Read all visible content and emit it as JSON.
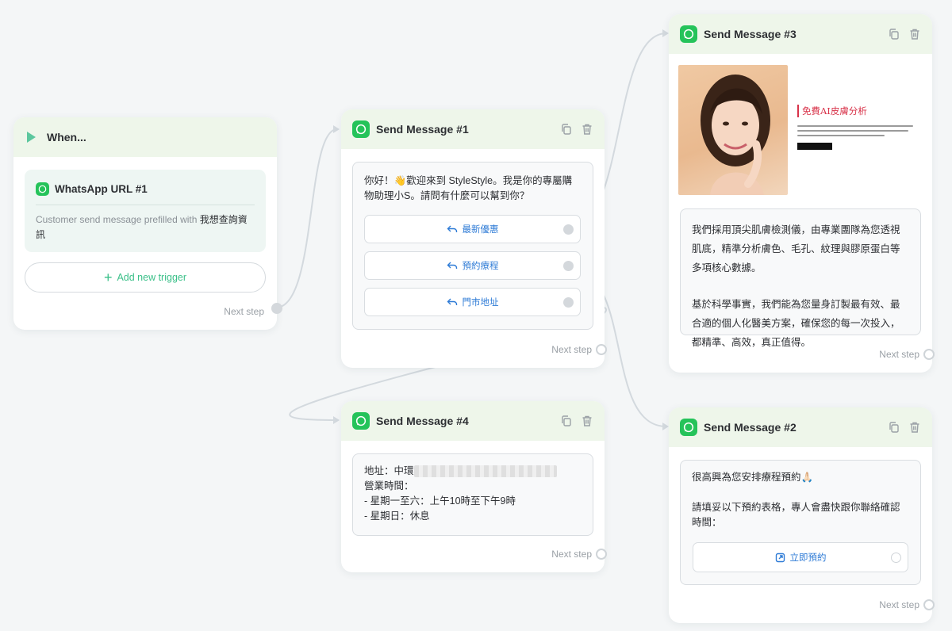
{
  "trigger": {
    "header": "When...",
    "card_title": "WhatsApp URL #1",
    "desc_prefix": "Customer send message prefilled with",
    "desc_value": "我想查詢資訊",
    "add_trigger": "Add new trigger",
    "next_step": "Next step"
  },
  "msg1": {
    "title": "Send Message #1",
    "text": "你好！👋歡迎來到 StyleStyle。我是你的專屬購物助理小S。請問有什麼可以幫到你？",
    "buttons": [
      "最新優惠",
      "預約療程",
      "門市地址"
    ],
    "next_step": "Next step"
  },
  "msg3": {
    "title": "Send Message #3",
    "promo_heading": "免費AI皮膚分析",
    "para1": "我們採用頂尖肌膚檢測儀，由專業團隊為您透視肌底，精準分析膚色、毛孔、紋理與膠原蛋白等多項核心數據。",
    "para2": "基於科學事實，我們能為您量身訂製最有效、最合適的個人化醫美方案，確保您的每一次投入，都精準、高效，真正值得。",
    "next_step": "Next step"
  },
  "msg4": {
    "title": "Send Message #4",
    "address_label": "地址：中環",
    "hours_label": "營業時間：",
    "hours_weekday": "- 星期一至六：上午10時至下午9時",
    "hours_sunday": "- 星期日：休息",
    "next_step": "Next step"
  },
  "msg2": {
    "title": "Send Message #2",
    "line1": "很高興為您安排療程預約🙏🏻",
    "line2": "請填妥以下預約表格，專人會盡快跟你聯絡確認時間：",
    "button": "立即預約",
    "next_step": "Next step"
  },
  "colors": {
    "header_bg": "#eef6ea",
    "whatsapp_green": "#25c35a",
    "link_blue": "#2e7bd6",
    "trigger_green": "#3bc089",
    "canvas_bg": "#f4f6f7"
  }
}
